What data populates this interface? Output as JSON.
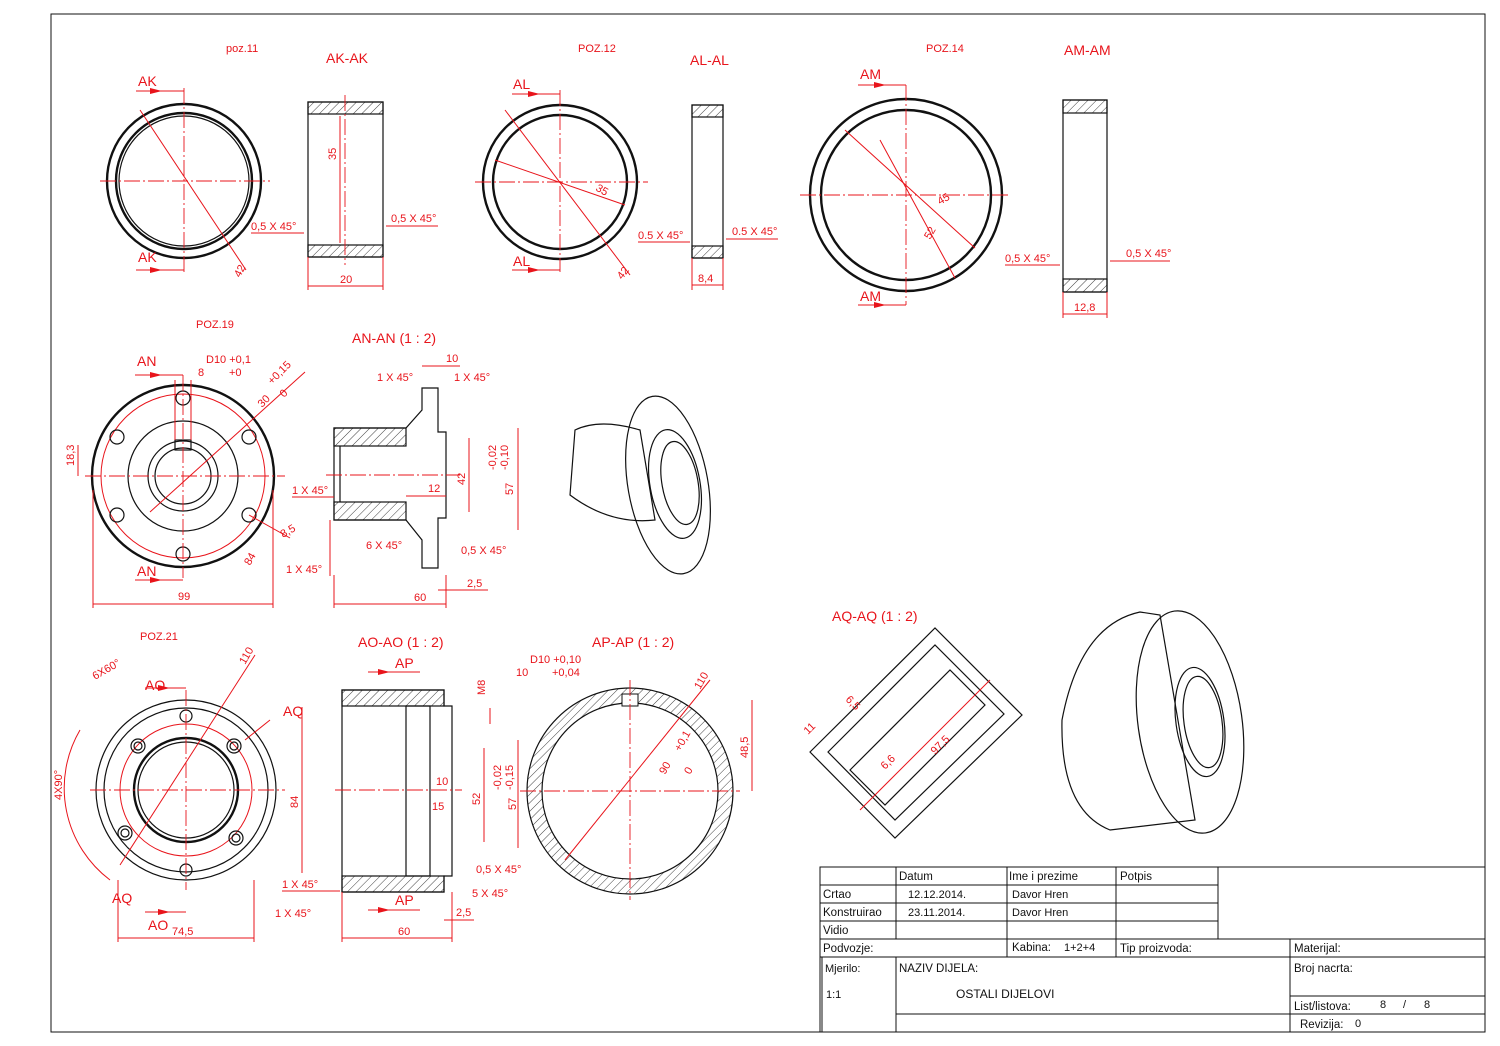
{
  "views": {
    "poz11": {
      "part": "poz.11",
      "section": "AK-AK",
      "cut": "AK",
      "chamfer": "0,5 X 45°",
      "dia_inner": "35",
      "dia_outer": "42",
      "width": "20"
    },
    "poz12": {
      "part": "POZ.12",
      "section": "AL-AL",
      "cut": "AL",
      "chamfer": "0.5 X 45°",
      "dia_inner": "35",
      "dia_outer": "42",
      "width": "8,4"
    },
    "poz14": {
      "part": "POZ.14",
      "section": "AM-AM",
      "cut": "AM",
      "chamfer": "0,5 X 45°",
      "dia_inner": "45",
      "dia_outer": "52",
      "width": "12,8"
    },
    "poz19": {
      "part": "POZ.19",
      "section": "AN-AN (1 : 2)",
      "cut": "AN",
      "tol_d10": "D10 +0,1",
      "tol_d10b": "+0",
      "keyway": "8",
      "dia30": "30",
      "dia30_tol_up": "+0,15",
      "dia30_tol_dn": "0",
      "dim183": "18,3",
      "dia85": "8,5",
      "dia84": "84",
      "dia99": "99",
      "flange_w": "10",
      "ch1": "1 X 45°",
      "ch6": "6 X 45°",
      "ch05": "0,5 X 45°",
      "dim12": "12",
      "dia42": "42",
      "dia57": "57",
      "dia57_tol1": "-0,02",
      "dia57_tol2": "-0,10",
      "len60": "60",
      "len25": "2,5"
    },
    "poz21": {
      "part": "POZ.21",
      "cut_ao": "AO",
      "cut_aq": "AQ",
      "holes": "6X60°",
      "angle4": "4X90°",
      "dia110": "110",
      "dia84": "84",
      "dia745": "74,5",
      "section_ao": "AO-AO (1 : 2)",
      "cut_ap": "AP",
      "m8": "M8",
      "dim10": "10",
      "dim15": "15",
      "dia52": "52",
      "dia57": "57",
      "tol1": "-0,02",
      "tol2": "-0,15",
      "ch1": "1 X 45°",
      "ch05": "0,5 X 45°",
      "ch5": "5 X 45°",
      "len25": "2,5",
      "len60": "60",
      "section_ap": "AP-AP (1 : 2)",
      "tol_d10": "D10 +0,10",
      "tol_d10b": "+0,04",
      "keyw": "10",
      "dia90": "90",
      "dia90_tol": "+0,1",
      "dia90_tol0": "0",
      "dim485": "48,5",
      "section_aq": "AQ-AQ (1 : 2)",
      "dia11": "11",
      "dim65": "6,5",
      "dia66": "6,6",
      "dia975": "97,5"
    }
  },
  "title_block": {
    "col_datum": "Datum",
    "col_ime": "Ime i prezime",
    "col_potpis": "Potpis",
    "rows": [
      {
        "label": "Crtao",
        "date": "12.12.2014.",
        "name": "Davor Hren"
      },
      {
        "label": "Konstruirao",
        "date": "23.11.2014.",
        "name": "Davor Hren"
      },
      {
        "label": "Vidio",
        "date": "",
        "name": ""
      }
    ],
    "podvozje": "Podvozje:",
    "kabina_label": "Kabina:",
    "kabina_val": "1+2+4",
    "tip": "Tip proizvoda:",
    "materijal": "Materijal:",
    "mjerilo": "Mjerilo:",
    "mjerilo_val": "1:1",
    "naziv_label": "NAZIV DIJELA:",
    "naziv_val": "OSTALI DIJELOVI",
    "broj": "Broj nacrta:",
    "list_label": "List/listova:",
    "list_cur": "8",
    "list_sep": "/",
    "list_tot": "8",
    "revizija": "Revizija:",
    "revizija_val": "0"
  }
}
